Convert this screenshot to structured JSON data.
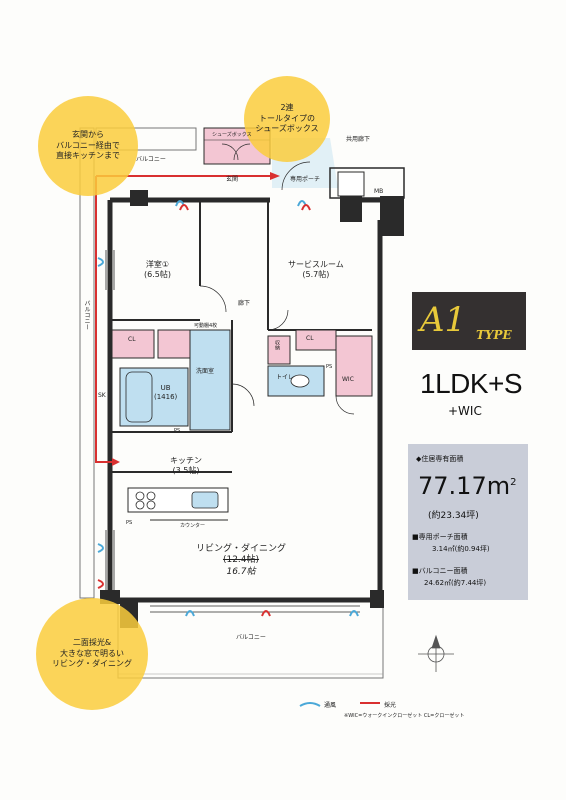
{
  "callouts": {
    "top_left": "玄関から\nバルコニー経由で\n直接キッチンまで",
    "top_center": "2連\nトールタイプの\nシューズボックス",
    "bottom_left": "二面採光&\n大きな窓で明るい\nリビング・ダイニング"
  },
  "rooms": {
    "shoes_box": "シューズボックス",
    "balcony_top": "バルコニー",
    "common_corridor": "共用廊下",
    "entrance": "玄関",
    "porch": "専用ポーチ",
    "mb": "MB",
    "western_room": "洋室①",
    "western_room_size": "(6.5帖)",
    "service_room": "サービスルーム",
    "service_room_size": "(5.7帖)",
    "hallway": "廊下",
    "balcony_side": "バルコニー",
    "cl_left": "CL",
    "movable_shelf": "可動棚4枚",
    "washroom": "洗面室",
    "ub": "UB",
    "ub_size": "(1416)",
    "cl_right": "CL",
    "storage": "収納",
    "toilet": "トイレ",
    "ps_toilet": "PS",
    "wic": "WIC",
    "sk": "SK",
    "ps_kitchen": "PS",
    "kitchen": "キッチン",
    "kitchen_size": "(3.5帖)",
    "counter": "カウンター",
    "ps_lower": "PS",
    "living_dining": "リビング・ダイニング",
    "living_size_old": "(12.4帖)",
    "living_size_new": "16.7帖",
    "balcony_bottom": "バルコニー"
  },
  "type_panel": {
    "type_code": "A1",
    "type_word": "TYPE",
    "layout": "1LDK+S",
    "layout_sub": "+WIC"
  },
  "area": {
    "heading": "◆住居専有面積",
    "value": "77.17",
    "unit": "m",
    "unit_sup": "2",
    "tsubo": "(約23.34坪)",
    "porch_heading": "■専用ポーチ面積",
    "porch_value": "3.14㎡(約0.94坪)",
    "balcony_heading": "■バルコニー面積",
    "balcony_value": "24.62㎡(約7.44坪)"
  },
  "legend": {
    "ventilation": "通風",
    "lighting": "採光",
    "note": "※WIC=ウォークインクローゼット CL=クローゼット"
  },
  "colors": {
    "callout": "#facd3c",
    "closet": "#f3c6d3",
    "wet_area": "#bfdff0",
    "wall": "#2a2a2a",
    "vent_arrow": "#4aa8d8",
    "light_arrow": "#d93030",
    "type_bg": "#343030",
    "type_text": "#e8c93a",
    "area_bg": "#c9cdd8"
  }
}
